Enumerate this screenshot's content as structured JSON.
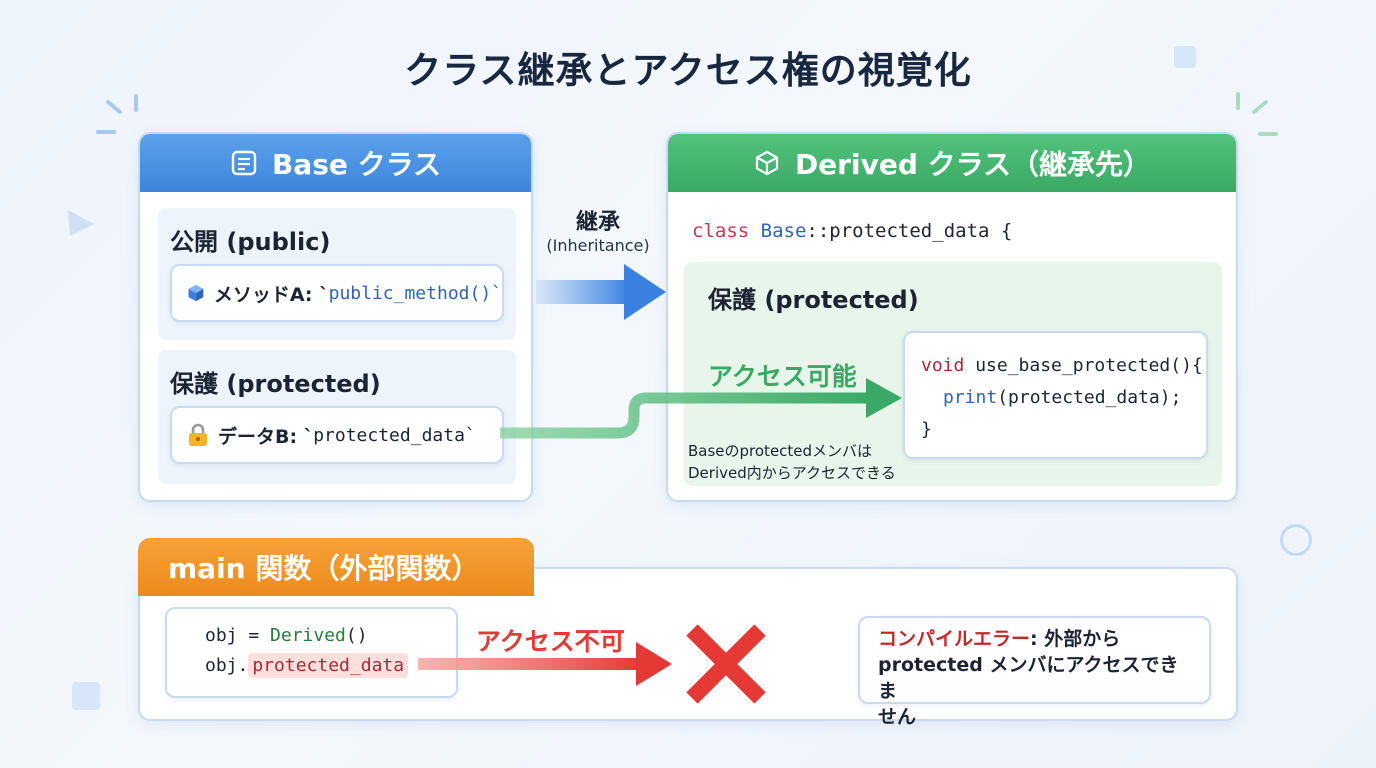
{
  "title": "クラス継承とアクセス権の視覚化",
  "base": {
    "header": "Base クラス",
    "public_title": "公開 (public)",
    "method_label": "メソッドA: `",
    "method_code": "public_method()`",
    "protected_title": "保護 (protected)",
    "data_label": "データB: `",
    "data_code": "protected_data`"
  },
  "inheritance": {
    "label": "継承",
    "sublabel": "(Inheritance)"
  },
  "derived": {
    "header": "Derived クラス（継承先）",
    "decl_kw": "class",
    "decl_type": "Base",
    "decl_rest": "::protected_data {",
    "protected_title": "保護 (protected)",
    "access_ok": "アクセス可能",
    "code": {
      "line1_kw": "void",
      "line1_rest": " use_base_protected(){",
      "line2_fn": "print",
      "line2_rest": "(protected_data);",
      "line3": "}"
    },
    "note_line1": "Baseのprotectedメンバは",
    "note_line2": "Derived内からアクセスできる"
  },
  "main": {
    "header": "main 関数（外部関数）",
    "code_line1_a": "obj = ",
    "code_line1_b": "Derived",
    "code_line1_c": "()",
    "code_line2_a": "obj.",
    "code_line2_b": "protected_data",
    "access_ng": "アクセス不可",
    "error_prefix": "コンパイルエラー",
    "error_text_1": ": 外部から",
    "error_text_2": "protected メンバにアクセスできま",
    "error_text_3": "せん"
  },
  "colors": {
    "base_header": "#4a90e2",
    "derived_header": "#45b36f",
    "main_header": "#f2962a",
    "ok_green": "#3aa965",
    "ng_red": "#e53935",
    "error_red": "#c62828"
  },
  "icons": [
    "document-icon",
    "cube-outline-icon",
    "cube-icon",
    "lock-icon",
    "cross-icon"
  ]
}
